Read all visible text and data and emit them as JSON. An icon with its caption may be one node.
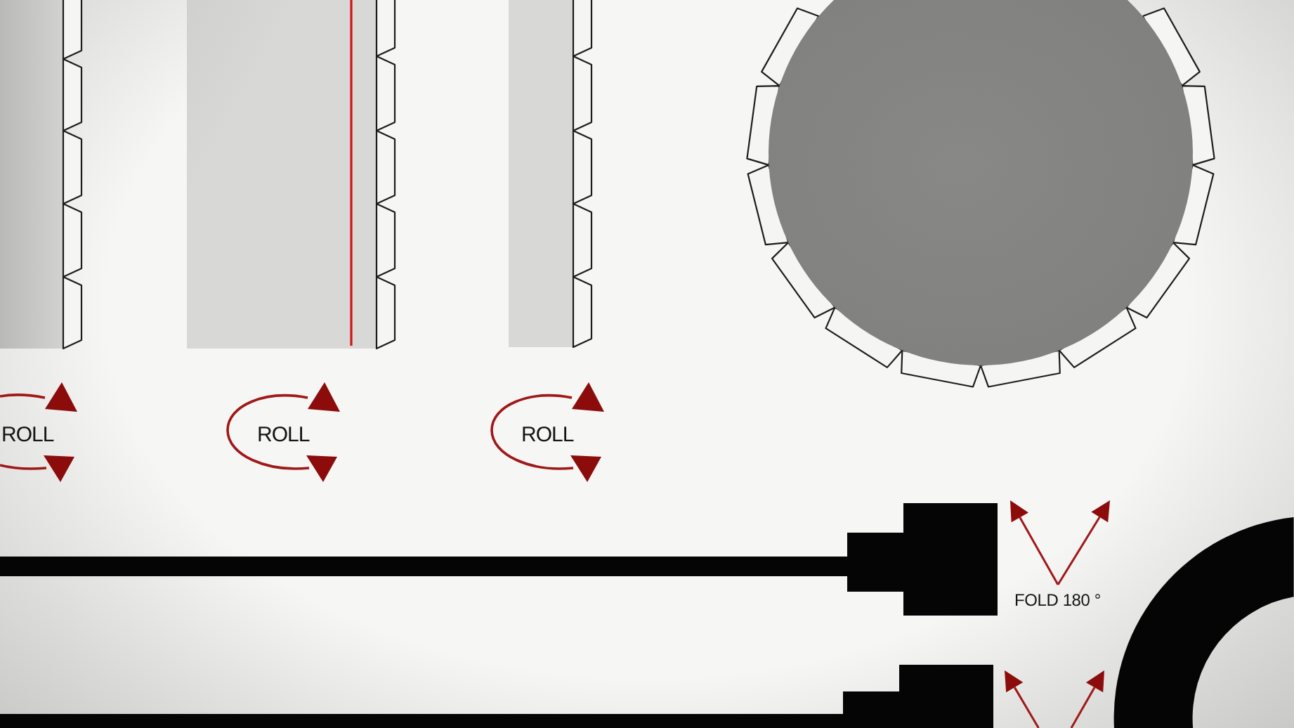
{
  "diagram": {
    "nodes": [
      {
        "text": [],
        "shape": "ring"
      }
    ],
    "labels": [
      "ROLL",
      "ROLL",
      "ROLL",
      "FOLD 180 °"
    ]
  }
}
